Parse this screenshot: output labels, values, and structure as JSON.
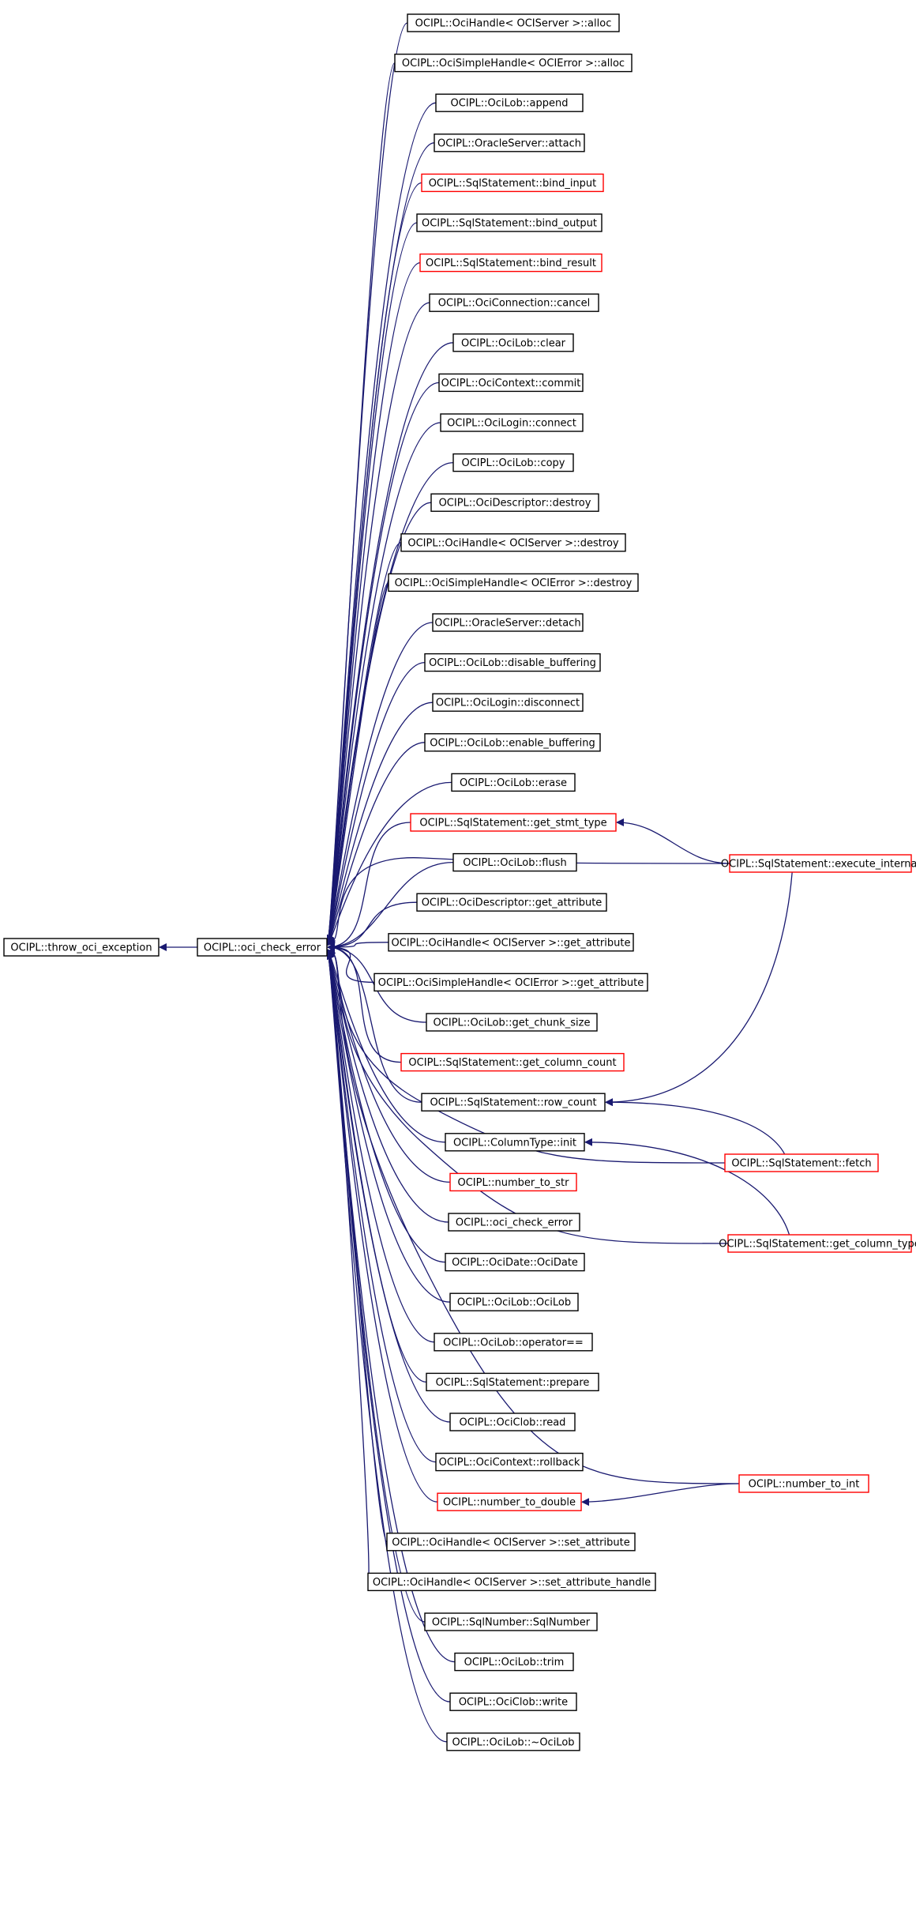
{
  "colors": {
    "edge": "#191970",
    "border_normal": "#000000",
    "border_highlight": "#ff0000",
    "root_fill": "#bfbfbf",
    "node_fill": "#ffffff"
  },
  "nodes": [
    {
      "id": "root",
      "label": "OCIPL::throw_oci_exception",
      "style": "root"
    },
    {
      "id": "check",
      "label": "OCIPL::oci_check_error",
      "style": "normal"
    },
    {
      "id": "n00",
      "label": "OCIPL::OciHandle< OCIServer >::alloc",
      "style": "normal"
    },
    {
      "id": "n01",
      "label": "OCIPL::OciSimpleHandle< OCIError >::alloc",
      "style": "normal"
    },
    {
      "id": "n02",
      "label": "OCIPL::OciLob::append",
      "style": "normal"
    },
    {
      "id": "n03",
      "label": "OCIPL::OracleServer::attach",
      "style": "normal"
    },
    {
      "id": "n04",
      "label": "OCIPL::SqlStatement::bind_input",
      "style": "red"
    },
    {
      "id": "n05",
      "label": "OCIPL::SqlStatement::bind_output",
      "style": "normal"
    },
    {
      "id": "n06",
      "label": "OCIPL::SqlStatement::bind_result",
      "style": "red"
    },
    {
      "id": "n07",
      "label": "OCIPL::OciConnection::cancel",
      "style": "normal"
    },
    {
      "id": "n08",
      "label": "OCIPL::OciLob::clear",
      "style": "normal"
    },
    {
      "id": "n09",
      "label": "OCIPL::OciContext::commit",
      "style": "normal"
    },
    {
      "id": "n10",
      "label": "OCIPL::OciLogin::connect",
      "style": "normal"
    },
    {
      "id": "n11",
      "label": "OCIPL::OciLob::copy",
      "style": "normal"
    },
    {
      "id": "n12",
      "label": "OCIPL::OciDescriptor::destroy",
      "style": "normal"
    },
    {
      "id": "n13",
      "label": "OCIPL::OciHandle< OCIServer >::destroy",
      "style": "normal"
    },
    {
      "id": "n14",
      "label": "OCIPL::OciSimpleHandle< OCIError >::destroy",
      "style": "normal"
    },
    {
      "id": "n15",
      "label": "OCIPL::OracleServer::detach",
      "style": "normal"
    },
    {
      "id": "n16",
      "label": "OCIPL::OciLob::disable_buffering",
      "style": "normal"
    },
    {
      "id": "n17",
      "label": "OCIPL::OciLogin::disconnect",
      "style": "normal"
    },
    {
      "id": "n18",
      "label": "OCIPL::OciLob::enable_buffering",
      "style": "normal"
    },
    {
      "id": "n19",
      "label": "OCIPL::OciLob::erase",
      "style": "normal"
    },
    {
      "id": "n20",
      "label": "OCIPL::SqlStatement::get_stmt_type",
      "style": "red"
    },
    {
      "id": "n21",
      "label": "OCIPL::OciLob::flush",
      "style": "normal"
    },
    {
      "id": "n22",
      "label": "OCIPL::OciDescriptor::get_attribute",
      "style": "normal"
    },
    {
      "id": "n23",
      "label": "OCIPL::OciHandle< OCIServer >::get_attribute",
      "style": "normal"
    },
    {
      "id": "n24",
      "label": "OCIPL::OciSimpleHandle< OCIError >::get_attribute",
      "style": "normal"
    },
    {
      "id": "n25",
      "label": "OCIPL::OciLob::get_chunk_size",
      "style": "normal"
    },
    {
      "id": "n26",
      "label": "OCIPL::SqlStatement::get_column_count",
      "style": "red"
    },
    {
      "id": "n27",
      "label": "OCIPL::SqlStatement::row_count",
      "style": "normal"
    },
    {
      "id": "n28",
      "label": "OCIPL::ColumnType::init",
      "style": "normal"
    },
    {
      "id": "n29",
      "label": "OCIPL::number_to_str",
      "style": "red"
    },
    {
      "id": "n30",
      "label": "OCIPL::oci_check_error",
      "style": "normal"
    },
    {
      "id": "n31",
      "label": "OCIPL::OciDate::OciDate",
      "style": "normal"
    },
    {
      "id": "n32",
      "label": "OCIPL::OciLob::OciLob",
      "style": "normal"
    },
    {
      "id": "n33",
      "label": "OCIPL::OciLob::operator==",
      "style": "normal"
    },
    {
      "id": "n34",
      "label": "OCIPL::SqlStatement::prepare",
      "style": "normal"
    },
    {
      "id": "n35",
      "label": "OCIPL::OciClob::read",
      "style": "normal"
    },
    {
      "id": "n36",
      "label": "OCIPL::OciContext::rollback",
      "style": "normal"
    },
    {
      "id": "n37",
      "label": "OCIPL::number_to_double",
      "style": "red"
    },
    {
      "id": "n38",
      "label": "OCIPL::OciHandle< OCIServer >::set_attribute",
      "style": "normal"
    },
    {
      "id": "n39",
      "label": "OCIPL::OciHandle< OCIServer >::set_attribute_handle",
      "style": "normal"
    },
    {
      "id": "n40",
      "label": "OCIPL::SqlNumber::SqlNumber",
      "style": "normal"
    },
    {
      "id": "n41",
      "label": "OCIPL::OciLob::trim",
      "style": "normal"
    },
    {
      "id": "n42",
      "label": "OCIPL::OciClob::write",
      "style": "normal"
    },
    {
      "id": "n43",
      "label": "OCIPL::OciLob::~OciLob",
      "style": "normal"
    },
    {
      "id": "r_exec",
      "label": "OCIPL::SqlStatement::execute_internal",
      "style": "red"
    },
    {
      "id": "r_fetch",
      "label": "OCIPL::SqlStatement::fetch",
      "style": "red"
    },
    {
      "id": "r_gct",
      "label": "OCIPL::SqlStatement::get_column_type",
      "style": "red"
    },
    {
      "id": "r_nti",
      "label": "OCIPL::number_to_int",
      "style": "red"
    }
  ],
  "edges": [
    {
      "from": "check",
      "to": "root"
    },
    {
      "from": "n00",
      "to": "check"
    },
    {
      "from": "n01",
      "to": "check"
    },
    {
      "from": "n02",
      "to": "check"
    },
    {
      "from": "n03",
      "to": "check"
    },
    {
      "from": "n04",
      "to": "check"
    },
    {
      "from": "n05",
      "to": "check"
    },
    {
      "from": "n06",
      "to": "check"
    },
    {
      "from": "n07",
      "to": "check"
    },
    {
      "from": "n08",
      "to": "check"
    },
    {
      "from": "n09",
      "to": "check"
    },
    {
      "from": "n10",
      "to": "check"
    },
    {
      "from": "n11",
      "to": "check"
    },
    {
      "from": "n12",
      "to": "check"
    },
    {
      "from": "n13",
      "to": "check"
    },
    {
      "from": "n14",
      "to": "check"
    },
    {
      "from": "n15",
      "to": "check"
    },
    {
      "from": "n16",
      "to": "check"
    },
    {
      "from": "n17",
      "to": "check"
    },
    {
      "from": "n18",
      "to": "check"
    },
    {
      "from": "n19",
      "to": "check"
    },
    {
      "from": "n20",
      "to": "check"
    },
    {
      "from": "n21",
      "to": "check"
    },
    {
      "from": "n22",
      "to": "check"
    },
    {
      "from": "n23",
      "to": "check"
    },
    {
      "from": "n24",
      "to": "check"
    },
    {
      "from": "n25",
      "to": "check"
    },
    {
      "from": "n26",
      "to": "check"
    },
    {
      "from": "n27",
      "to": "check"
    },
    {
      "from": "n28",
      "to": "check"
    },
    {
      "from": "n29",
      "to": "check"
    },
    {
      "from": "n30",
      "to": "check"
    },
    {
      "from": "n31",
      "to": "check"
    },
    {
      "from": "n32",
      "to": "check"
    },
    {
      "from": "n33",
      "to": "check"
    },
    {
      "from": "n34",
      "to": "check"
    },
    {
      "from": "n35",
      "to": "check"
    },
    {
      "from": "n36",
      "to": "check"
    },
    {
      "from": "n37",
      "to": "check"
    },
    {
      "from": "n38",
      "to": "check"
    },
    {
      "from": "n39",
      "to": "check"
    },
    {
      "from": "n40",
      "to": "check"
    },
    {
      "from": "n41",
      "to": "check"
    },
    {
      "from": "n42",
      "to": "check"
    },
    {
      "from": "n43",
      "to": "check"
    },
    {
      "from": "r_exec",
      "to": "check"
    },
    {
      "from": "r_exec",
      "to": "n20"
    },
    {
      "from": "r_exec",
      "to": "n27"
    },
    {
      "from": "r_fetch",
      "to": "check"
    },
    {
      "from": "r_fetch",
      "to": "n27"
    },
    {
      "from": "r_gct",
      "to": "check"
    },
    {
      "from": "r_gct",
      "to": "n28"
    },
    {
      "from": "r_nti",
      "to": "check"
    },
    {
      "from": "r_nti",
      "to": "n37"
    }
  ]
}
